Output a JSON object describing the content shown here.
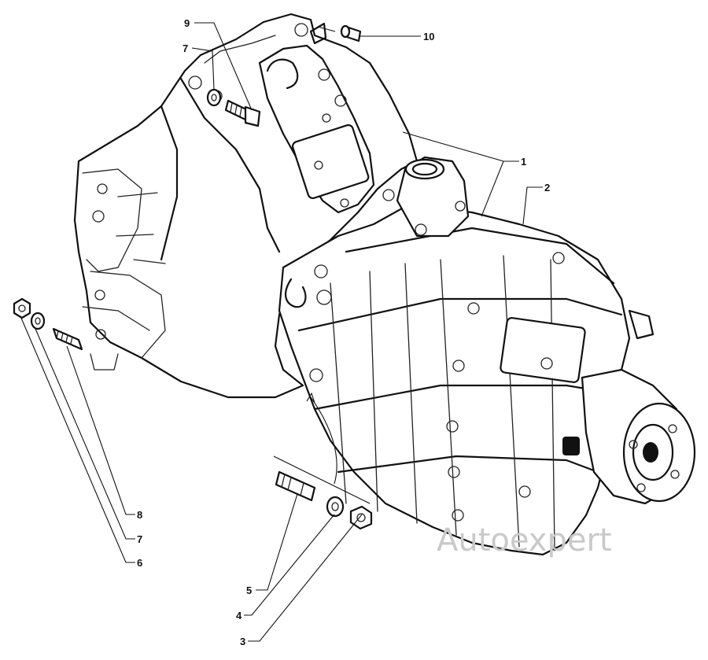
{
  "callouts": [
    {
      "id": "1",
      "label": "1"
    },
    {
      "id": "2",
      "label": "2"
    },
    {
      "id": "3",
      "label": "3"
    },
    {
      "id": "4",
      "label": "4"
    },
    {
      "id": "5",
      "label": "5"
    },
    {
      "id": "6",
      "label": "6"
    },
    {
      "id": "7a",
      "label": "7"
    },
    {
      "id": "7b",
      "label": "7"
    },
    {
      "id": "8",
      "label": "8"
    },
    {
      "id": "9",
      "label": "9"
    },
    {
      "id": "10",
      "label": "10"
    }
  ],
  "watermark": "Autoexpert"
}
